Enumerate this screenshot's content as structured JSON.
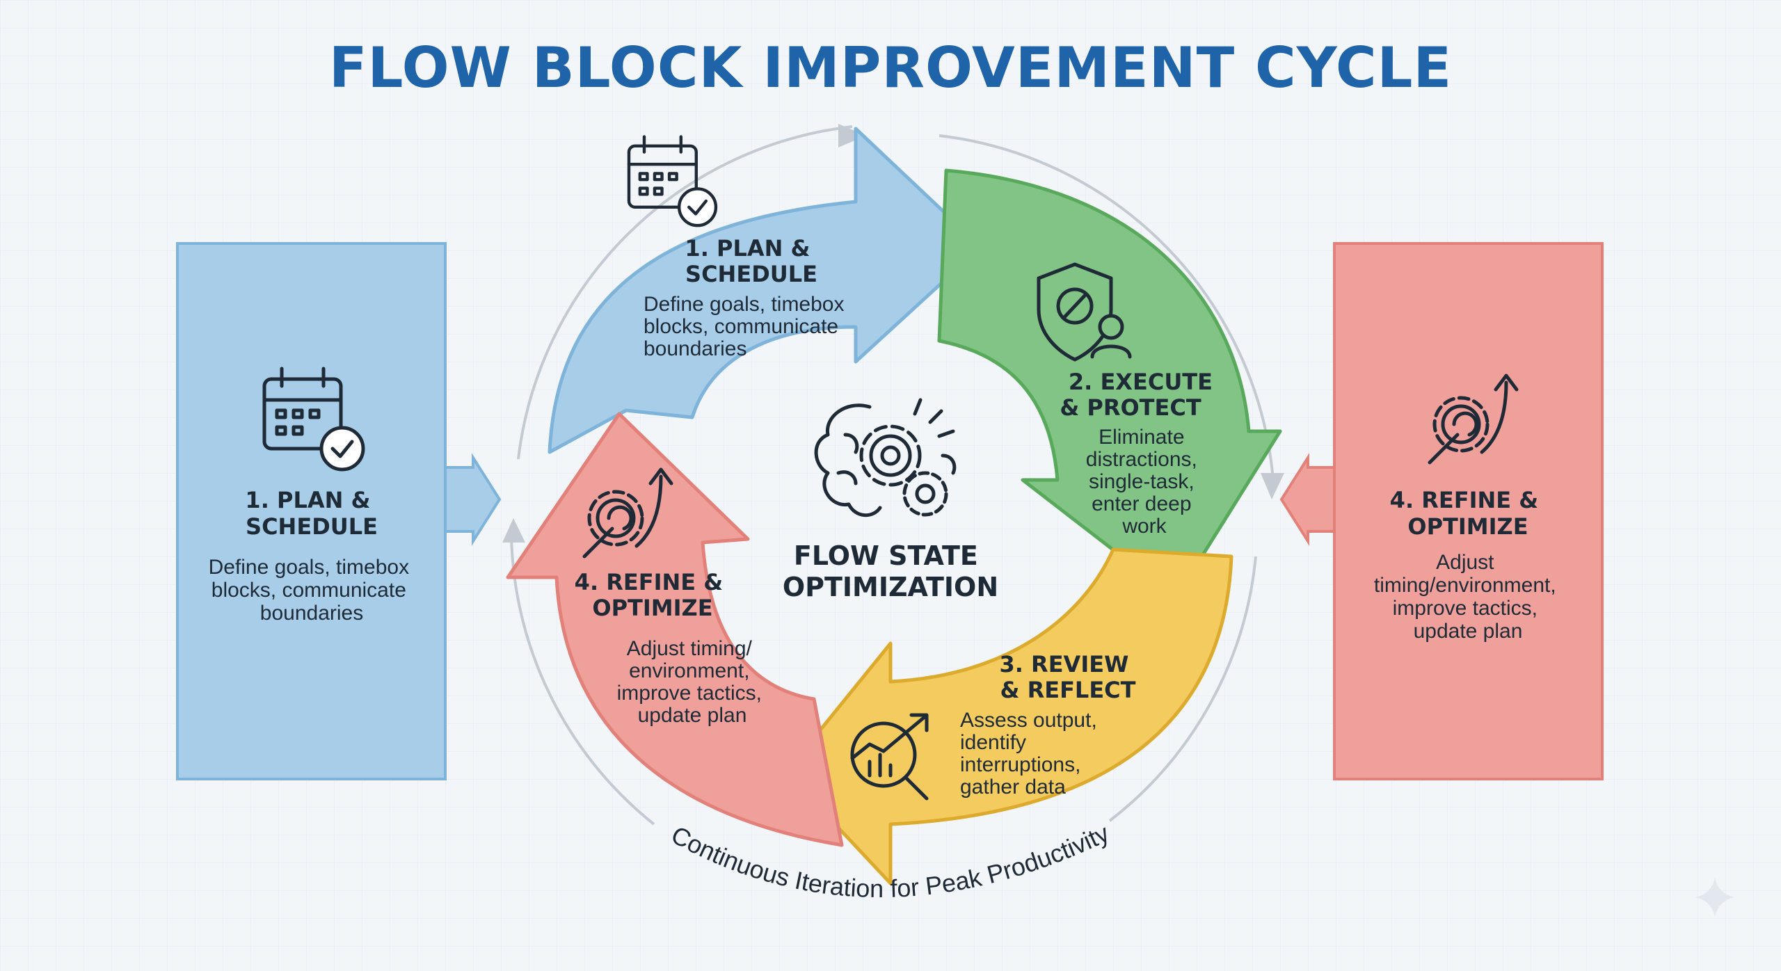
{
  "title": "FLOW BLOCK IMPROVEMENT CYCLE",
  "center": {
    "line1": "FLOW STATE",
    "line2": "OPTIMIZATION"
  },
  "caption": "Continuous Iteration for Peak Productivity",
  "left_panel": {
    "heading": [
      "1. PLAN &",
      "SCHEDULE"
    ],
    "body": [
      "Define goals, timebox",
      "blocks, communicate",
      "boundaries"
    ],
    "color": "#a8cde9"
  },
  "right_panel": {
    "heading": [
      "4. REFINE &",
      "OPTIMIZE"
    ],
    "body": [
      "Adjust",
      "timing/environment,",
      "improve tactics,",
      "update plan"
    ],
    "color": "#f0a09b"
  },
  "stages": [
    {
      "heading": [
        "1. PLAN &",
        "SCHEDULE"
      ],
      "body": [
        "Define goals, timebox",
        "blocks, communicate",
        "boundaries"
      ],
      "icon": "calendar-check-icon",
      "color": "#a8cde9"
    },
    {
      "heading": [
        "2. EXECUTE",
        "& PROTECT"
      ],
      "body": [
        "Eliminate",
        "distractions,",
        "single-task,",
        "enter deep",
        "work"
      ],
      "icon": "shield-worker-icon",
      "color": "#82c485"
    },
    {
      "heading": [
        "3. REVIEW",
        "& REFLECT"
      ],
      "body": [
        "Assess output,",
        "identify",
        "interruptions,",
        "gather data"
      ],
      "icon": "chart-magnifier-icon",
      "color": "#f4cb5e"
    },
    {
      "heading": [
        "4. REFINE &",
        "OPTIMIZE"
      ],
      "body": [
        "Adjust timing/",
        "environment,",
        "improve tactics,",
        "update plan"
      ],
      "icon": "gear-wrench-icon",
      "color": "#f0a09b"
    }
  ],
  "colors": {
    "title": "#1f63a8",
    "text": "#1e2a36",
    "blue": "#a8cde9",
    "green": "#82c485",
    "yellow": "#f4cb5e",
    "red": "#f0a09b"
  }
}
